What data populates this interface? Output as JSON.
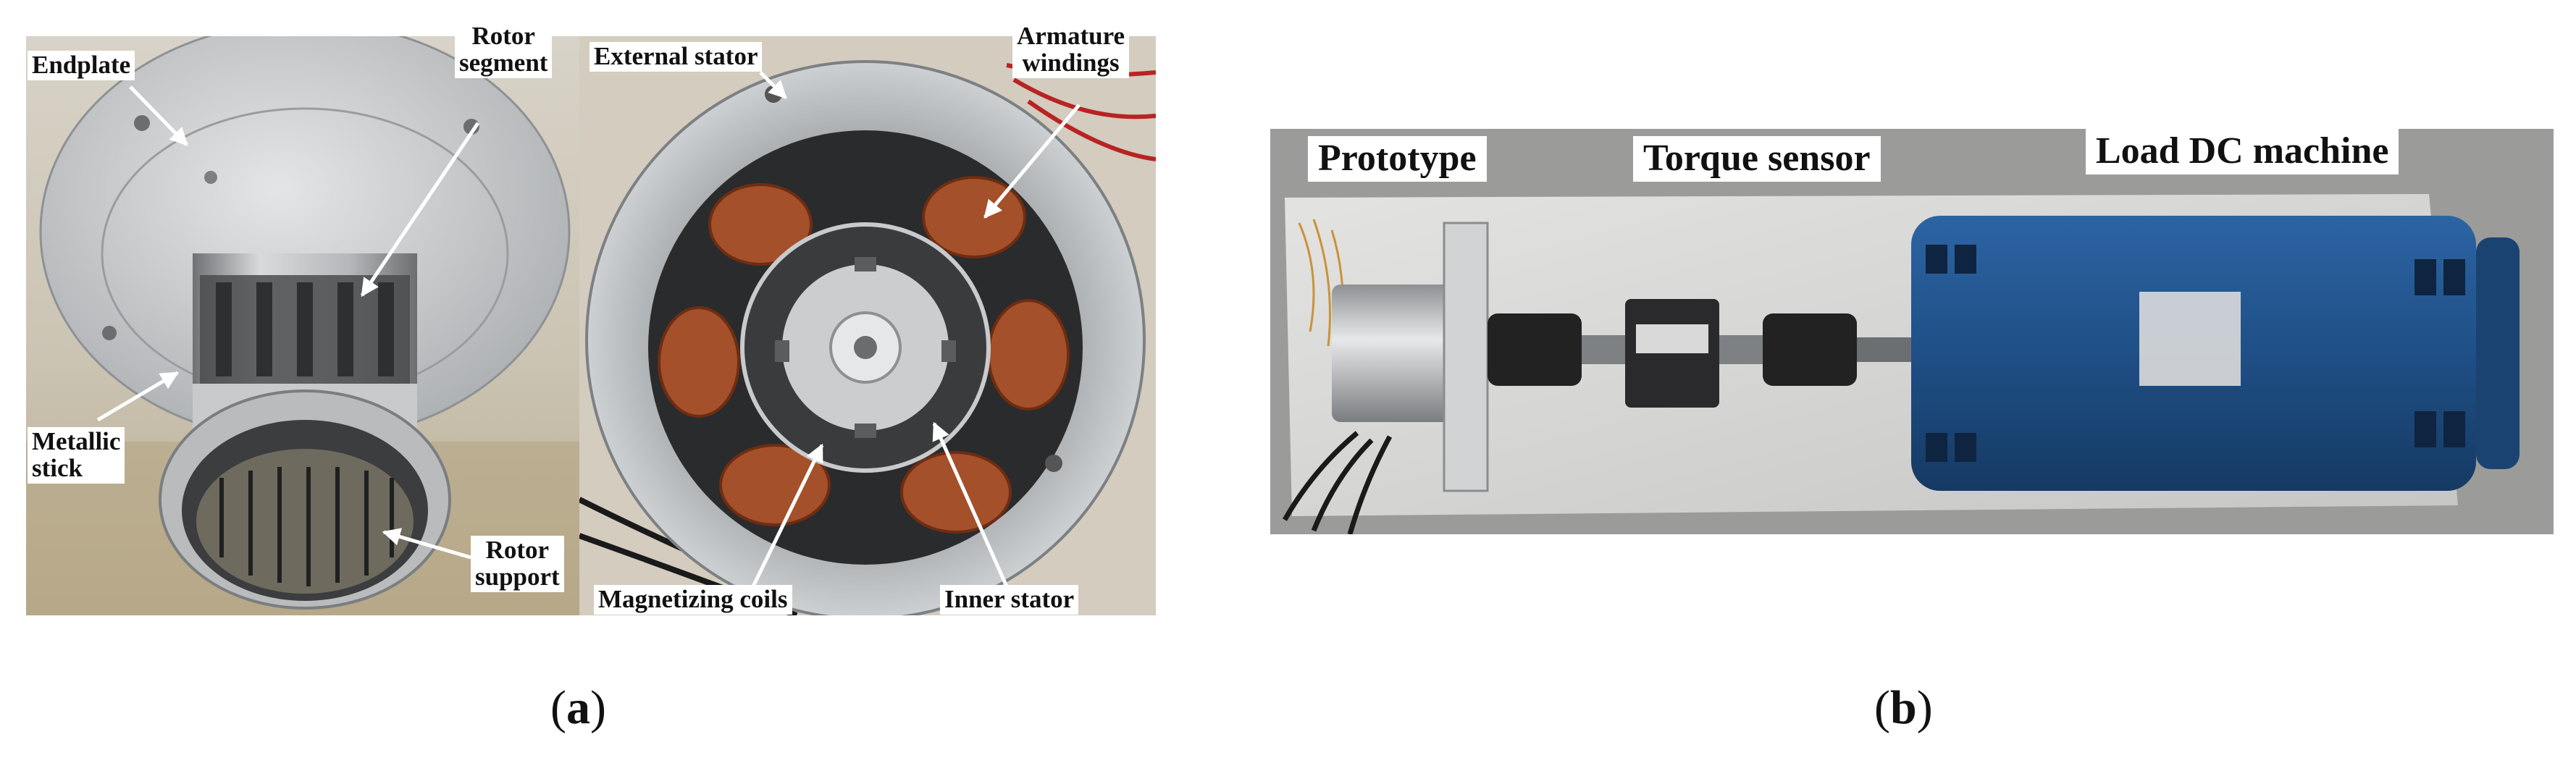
{
  "panel_a": {
    "caption_open": "(",
    "caption_letter": "a",
    "caption_close": ")",
    "labels": {
      "endplate": "Endplate",
      "rotor_segment_1": "Rotor",
      "rotor_segment_2": "segment",
      "metallic_stick_1": "Metallic",
      "metallic_stick_2": "stick",
      "rotor_support_1": "Rotor",
      "rotor_support_2": "support",
      "external_stator": "External stator",
      "armature_windings_1": "Armature",
      "armature_windings_2": "windings",
      "magnetizing_coils": "Magnetizing coils",
      "inner_stator": "Inner stator"
    }
  },
  "panel_b": {
    "caption_open": "(",
    "caption_letter": "b",
    "caption_close": ")",
    "labels": {
      "prototype": "Prototype",
      "torque_sensor": "Torque sensor",
      "load_dc_machine": "Load DC machine"
    }
  },
  "colors": {
    "motor_blue": "#1f4f86",
    "copper": "#a4502a",
    "aluminum": "#bfc2c4"
  }
}
